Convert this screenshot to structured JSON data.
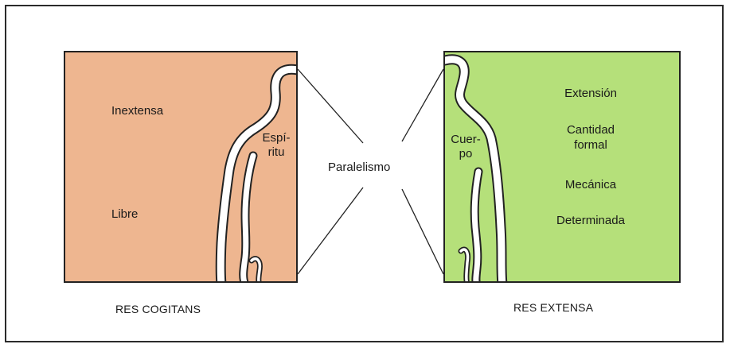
{
  "colors": {
    "cogitans_fill": "#eeb690",
    "extensa_fill": "#b5e07a",
    "outline": "#222222",
    "silhouette_band": "#ffffff"
  },
  "left_panel": {
    "attributes": [
      "Inextensa",
      "Libre"
    ],
    "figure_label_line1": "Espí-",
    "figure_label_line2": "ritu",
    "caption": "RES COGITANS"
  },
  "center": {
    "label": "Paralelismo"
  },
  "right_panel": {
    "figure_label_line1": "Cuer-",
    "figure_label_line2": "po",
    "attributes": [
      {
        "line1": "Extensión"
      },
      {
        "line1": "Cantidad",
        "line2": "formal"
      },
      {
        "line1": "Mecánica"
      },
      {
        "line1": "Determinada"
      }
    ],
    "caption": "RES EXTENSA"
  }
}
